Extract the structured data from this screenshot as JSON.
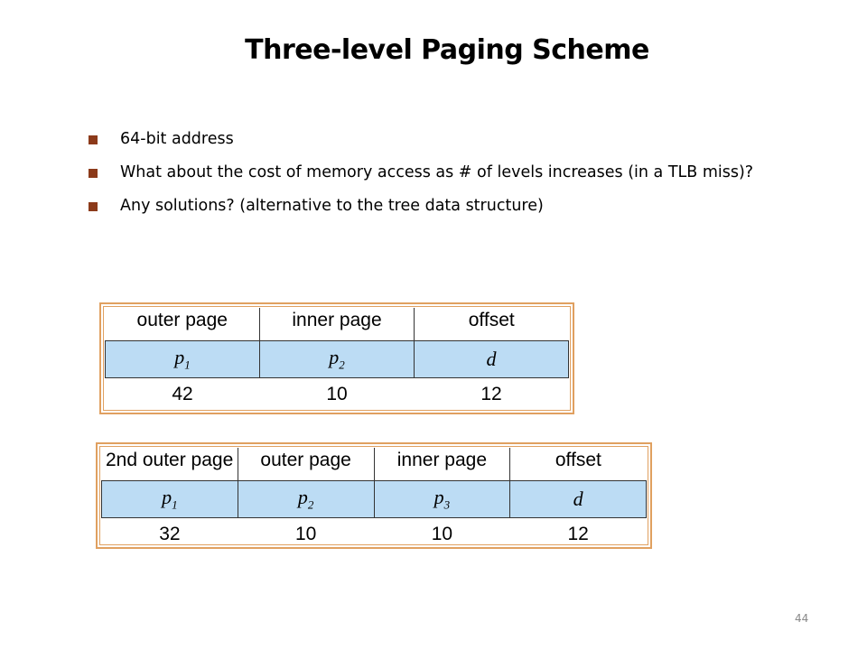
{
  "slide": {
    "title": "Three-level Paging Scheme",
    "bullets": [
      "64-bit address",
      "What about the cost of memory access as # of levels increases (in a TLB miss)?",
      "Any solutions?  (alternative to the tree data structure)"
    ],
    "page_number": "44"
  },
  "table1": {
    "headers": [
      "outer page",
      "inner page",
      "offset"
    ],
    "fields": [
      {
        "sym": "p",
        "sub": "1"
      },
      {
        "sym": "p",
        "sub": "2"
      },
      {
        "sym": "d",
        "sub": ""
      }
    ],
    "bits": [
      "42",
      "10",
      "12"
    ]
  },
  "table2": {
    "headers": [
      "2nd outer page",
      "outer page",
      "inner page",
      "offset"
    ],
    "fields": [
      {
        "sym": "p",
        "sub": "1"
      },
      {
        "sym": "p",
        "sub": "2"
      },
      {
        "sym": "p",
        "sub": "3"
      },
      {
        "sym": "d",
        "sub": ""
      }
    ],
    "bits": [
      "32",
      "10",
      "10",
      "12"
    ]
  },
  "colors": {
    "field_fill": "#bcdcf4",
    "frame_border": "#e0a060",
    "bullet_square": "#8c3a1a"
  }
}
